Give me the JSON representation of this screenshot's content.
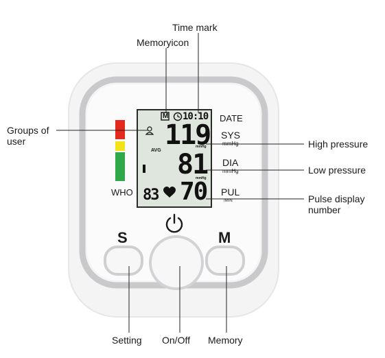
{
  "callouts": {
    "time_mark": "Time mark",
    "memory_icon": "Memoryicon",
    "groups_of_user_line1": "Groups of",
    "groups_of_user_line2": "user",
    "high_pressure": "High pressure",
    "low_pressure": "Low pressure",
    "pulse_line1": "Pulse display",
    "pulse_line2": "number",
    "setting": "Setting",
    "on_off": "On/Off",
    "memory": "Memory"
  },
  "device": {
    "labels": {
      "date": "DATE",
      "sys": "SYS",
      "dia": "DIA",
      "pul": "PUL",
      "who": "WHO",
      "s_button": "S",
      "m_button": "M",
      "sys_unit": "mmHg",
      "dia_unit": "mmHg",
      "pul_unit": "/MIN"
    },
    "lcd": {
      "memory_badge": "M",
      "time": "10:10",
      "avg": "AVG",
      "sys_value": "119",
      "dia_value": "81",
      "pulse_value": "70",
      "pulse_small": "83",
      "small_unit_sys": "mmHg",
      "small_unit_dia": "mmHg"
    },
    "colors": {
      "body": "#f4f4f5",
      "ring": "#c9c9cc",
      "lcd_bg": "#dfe6dd",
      "who_red": "#e32a1c",
      "who_yellow": "#f2e21a",
      "who_green": "#2fa84a"
    },
    "icons": [
      "user-group-icon",
      "clock-icon",
      "heart-icon",
      "power-icon"
    ]
  }
}
